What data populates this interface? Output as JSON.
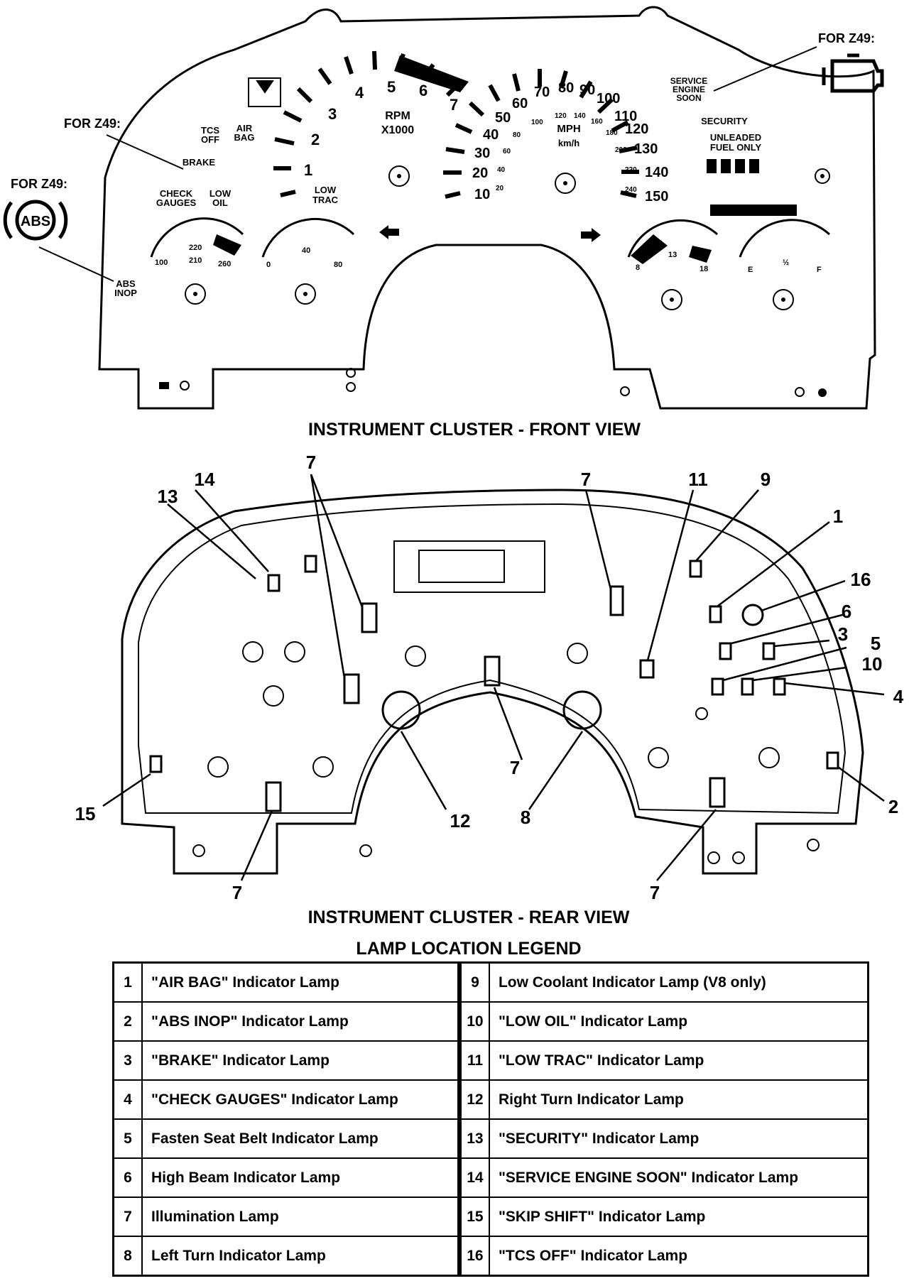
{
  "front_view": {
    "title": "INSTRUMENT CLUSTER - FRONT VIEW",
    "callouts": {
      "for_z49_ses": "FOR Z49:",
      "for_z49_brake": "FOR Z49:",
      "for_z49_abs": "FOR Z49:",
      "abs_symbol": "ABS",
      "abs_inop": [
        "ABS",
        "INOP"
      ]
    },
    "indicators": {
      "tcs_off": [
        "TCS",
        "OFF"
      ],
      "air_bag": [
        "AIR",
        "BAG"
      ],
      "brake": "BRAKE",
      "check_gauges": [
        "CHECK",
        "GAUGES"
      ],
      "low_oil": [
        "LOW",
        "OIL"
      ],
      "low_trac": [
        "LOW",
        "TRAC"
      ],
      "service_engine_soon": [
        "SERVICE",
        "ENGINE",
        "SOON"
      ],
      "security": "SECURITY",
      "unleaded_fuel_only": [
        "UNLEADED",
        "FUEL ONLY"
      ]
    },
    "tachometer": {
      "unit": [
        "RPM",
        "X1000"
      ],
      "ticks": [
        "1",
        "2",
        "3",
        "4",
        "5",
        "6",
        "7"
      ]
    },
    "speedometer": {
      "unit": [
        "MPH",
        "km/h"
      ],
      "mph_ticks": [
        "10",
        "20",
        "30",
        "40",
        "50",
        "60",
        "70",
        "80",
        "90",
        "100",
        "110",
        "120",
        "130",
        "140",
        "150"
      ],
      "kmh_ticks": [
        "20",
        "40",
        "60",
        "80",
        "100",
        "120",
        "140",
        "160",
        "180",
        "200",
        "220",
        "240"
      ]
    },
    "gauges": {
      "temp": [
        "100",
        "220",
        "210",
        "260"
      ],
      "oil": [
        "0",
        "40",
        "80"
      ],
      "volt": [
        "8",
        "13",
        "18"
      ],
      "fuel": [
        "E",
        "½",
        "F"
      ]
    }
  },
  "rear_view": {
    "title": "INSTRUMENT CLUSTER - REAR VIEW",
    "callout_numbers": {
      "n7_top_left": "7",
      "n14": "14",
      "n13": "13",
      "n7_top_mid": "7",
      "n11": "11",
      "n9": "9",
      "n1": "1",
      "n16": "16",
      "n6": "6",
      "n3": "3",
      "n5": "5",
      "n10": "10",
      "n4": "4",
      "n2": "2",
      "n15": "15",
      "n7_bottom_left": "7",
      "n12": "12",
      "n7_center": "7",
      "n8": "8",
      "n7_bottom_right": "7"
    }
  },
  "legend": {
    "title": "LAMP LOCATION LEGEND",
    "rows": [
      {
        "n1": "1",
        "t1": "\"AIR BAG\" Indicator Lamp",
        "n2": "9",
        "t2": "Low Coolant Indicator Lamp (V8 only)"
      },
      {
        "n1": "2",
        "t1": "\"ABS INOP\" Indicator Lamp",
        "n2": "10",
        "t2": "\"LOW OIL\" Indicator Lamp"
      },
      {
        "n1": "3",
        "t1": "\"BRAKE\" Indicator Lamp",
        "n2": "11",
        "t2": "\"LOW TRAC\" Indicator Lamp"
      },
      {
        "n1": "4",
        "t1": "\"CHECK GAUGES\" Indicator Lamp",
        "n2": "12",
        "t2": "Right Turn Indicator Lamp"
      },
      {
        "n1": "5",
        "t1": "Fasten Seat Belt Indicator Lamp",
        "n2": "13",
        "t2": "\"SECURITY\" Indicator Lamp"
      },
      {
        "n1": "6",
        "t1": "High Beam Indicator Lamp",
        "n2": "14",
        "t2": "\"SERVICE ENGINE SOON\" Indicator Lamp"
      },
      {
        "n1": "7",
        "t1": "Illumination Lamp",
        "n2": "15",
        "t2": "\"SKIP SHIFT\" Indicator Lamp"
      },
      {
        "n1": "8",
        "t1": "Left Turn Indicator Lamp",
        "n2": "16",
        "t2": "\"TCS OFF\" Indicator Lamp"
      }
    ]
  }
}
